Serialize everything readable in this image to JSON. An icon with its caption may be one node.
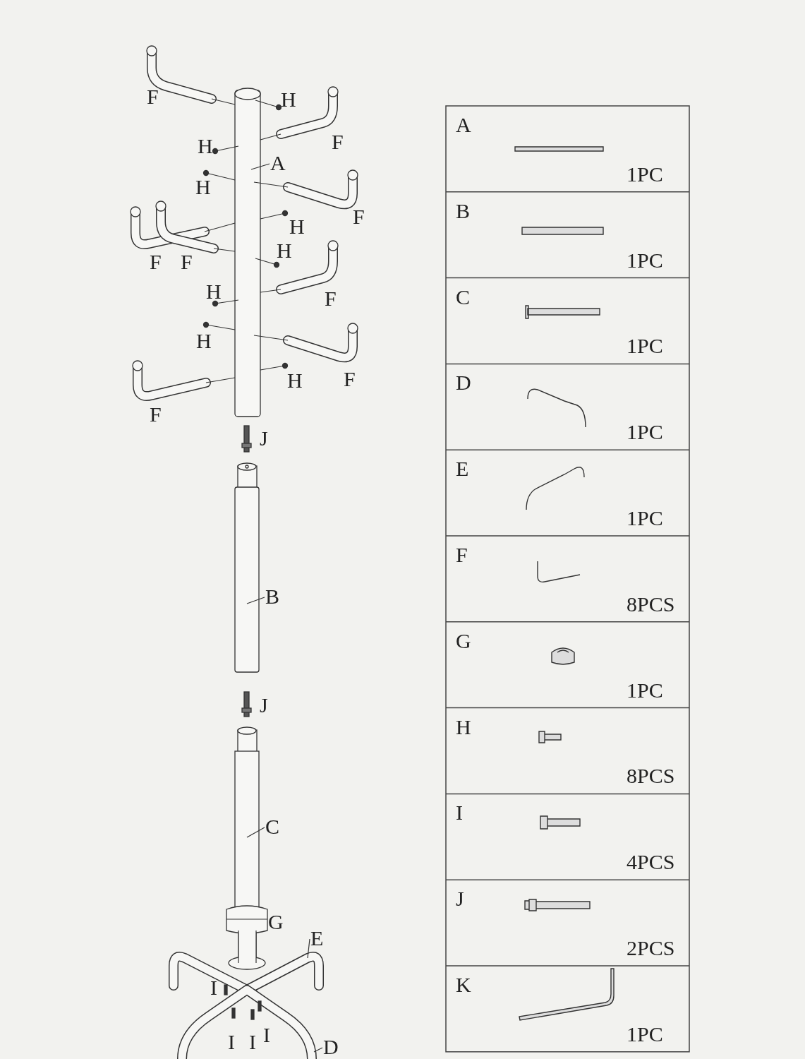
{
  "diagram": {
    "nodes": [
      {
        "text": [
          "A"
        ]
      },
      {
        "text": [
          "B"
        ]
      },
      {
        "text": [
          "C"
        ]
      },
      {
        "text": [
          "E"
        ]
      },
      {
        "text": [
          "D"
        ]
      }
    ],
    "edges": [
      {
        "from": 0,
        "to": null,
        "arrow": "none"
      },
      {
        "from": 1,
        "to": null,
        "arrow": "none"
      },
      {
        "from": 2,
        "to": null,
        "arrow": "none"
      },
      {
        "from": 3,
        "to": null,
        "arrow": "none"
      },
      {
        "from": 4,
        "to": null,
        "arrow": "none"
      }
    ],
    "labels": [
      "F",
      "H",
      "F",
      "H",
      "H",
      "F",
      "H",
      "H",
      "F",
      "F",
      "H",
      "F",
      "H",
      "F",
      "H",
      "F",
      "J",
      "J",
      "G",
      "I",
      "I",
      "I",
      "I",
      "A",
      "1PC",
      "B",
      "1PC",
      "C",
      "1PC",
      "D",
      "1PC",
      "E",
      "1PC",
      "F",
      "8PCS",
      "G",
      "1PC",
      "H",
      "8PCS",
      "I",
      "4PCS",
      "J",
      "2PCS",
      "K",
      "1PC"
    ]
  }
}
